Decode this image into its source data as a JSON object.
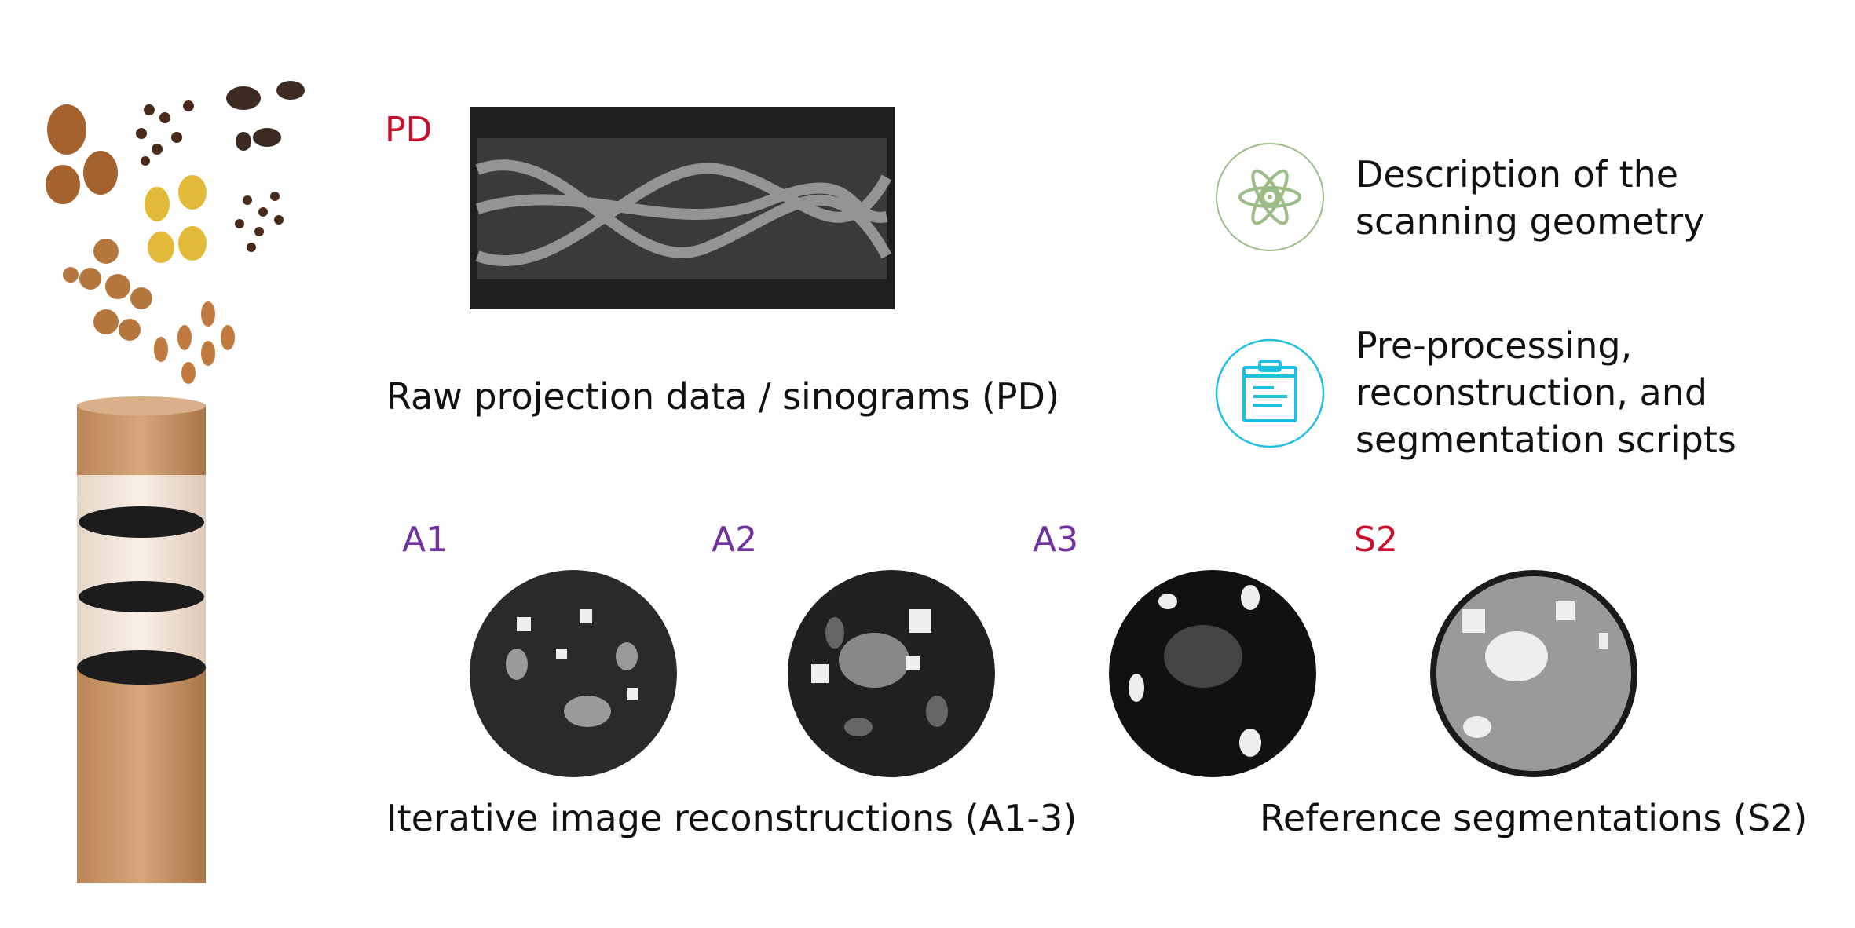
{
  "labels": {
    "pd": "PD",
    "a1": "A1",
    "a2": "A2",
    "a3": "A3",
    "s2": "S2"
  },
  "captions": {
    "raw": "Raw projection data / sinograms (PD)",
    "iterative": "Iterative image reconstructions (A1-3)",
    "reference": "Reference segmentations (S2)",
    "geometry": [
      "Description of the",
      "scanning geometry"
    ],
    "scripts": [
      "Pre-processing,",
      "reconstruction, and",
      "segmentation scripts"
    ]
  },
  "icons": {
    "geometry": "atom-icon",
    "scripts": "clipboard-icon"
  },
  "colors": {
    "red_label": "#c8102e",
    "purple_label": "#7030a0",
    "green_icon": "#9bbb87",
    "cyan_icon": "#1ec0df"
  }
}
